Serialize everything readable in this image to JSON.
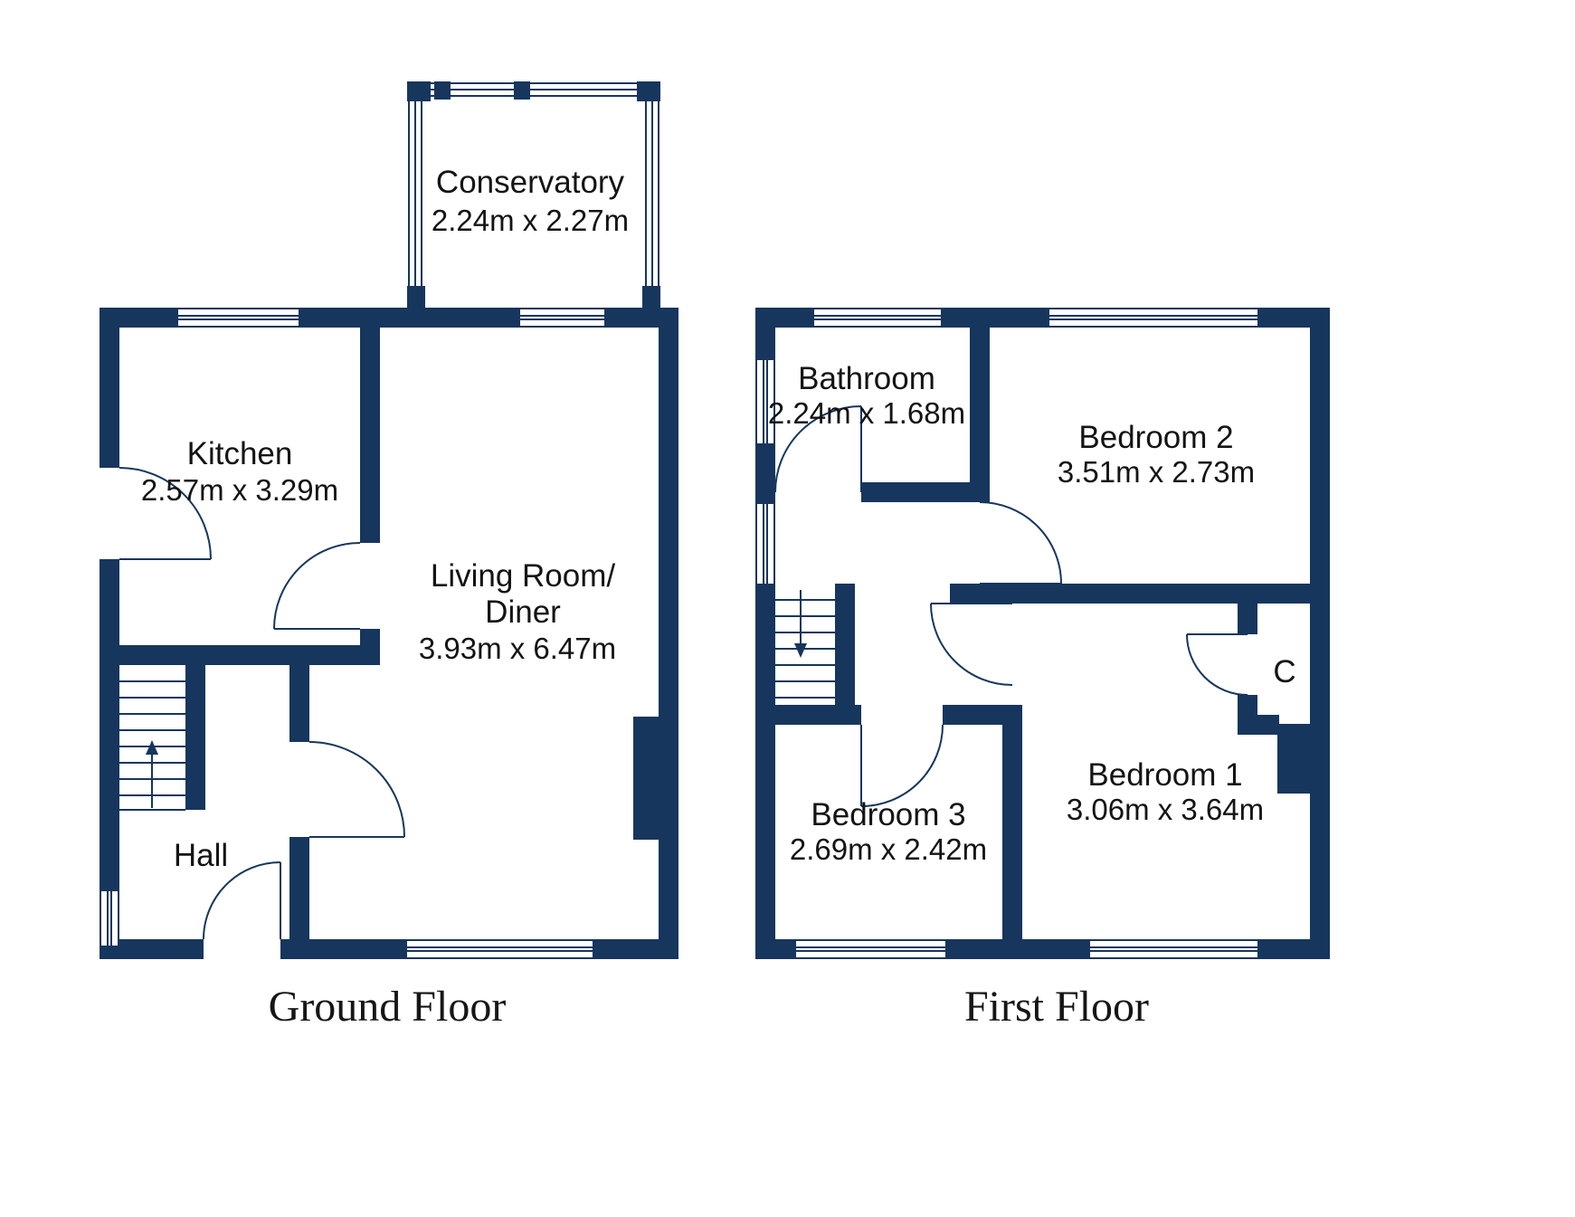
{
  "title": "Floorplan",
  "colors": {
    "wall": "#17365d",
    "text": "#141414",
    "background": "#ffffff"
  },
  "ground_floor": {
    "label": "Ground Floor",
    "rooms": {
      "conservatory": {
        "name": "Conservatory",
        "dims": "2.24m x 2.27m"
      },
      "kitchen": {
        "name": "Kitchen",
        "dims": "2.57m x 3.29m"
      },
      "living_room": {
        "name_line1": "Living Room/",
        "name_line2": "Diner",
        "dims": "3.93m x 6.47m"
      },
      "hall": {
        "name": "Hall"
      }
    }
  },
  "first_floor": {
    "label": "First Floor",
    "rooms": {
      "bathroom": {
        "name": "Bathroom",
        "dims": "2.24m x 1.68m"
      },
      "bedroom2": {
        "name": "Bedroom 2",
        "dims": "3.51m x 2.73m"
      },
      "bedroom1": {
        "name": "Bedroom 1",
        "dims": "3.06m x 3.64m"
      },
      "bedroom3": {
        "name": "Bedroom 3",
        "dims": "2.69m x 2.42m"
      },
      "closet": {
        "name": "C"
      }
    }
  }
}
